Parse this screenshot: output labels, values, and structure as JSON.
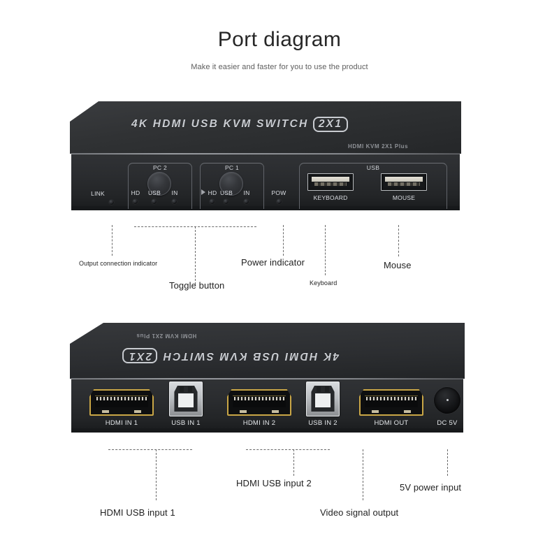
{
  "header": {
    "title": "Port diagram",
    "subtitle": "Make it easier and faster for you to use the product"
  },
  "colors": {
    "background": "#ffffff",
    "title_text": "#272727",
    "subtitle_text": "#5d5d5d",
    "callout_text": "#1f1f1f",
    "leader_line": "#6a6a6a",
    "device_body": "#2b2d30",
    "device_top": "#303234",
    "hdmi_gold": "#c9a646",
    "usb_b_silver": "#d9dcdf",
    "panel_label": "#dcdfe4"
  },
  "front_device": {
    "brand_text": "4K HDMI USB KVM SWITCH",
    "brand_badge": "2X1",
    "model_text": "HDMI KVM 2X1 Plus",
    "link_label": "LINK",
    "pow_label": "POW",
    "usb_group_label": "USB",
    "pc_groups": [
      {
        "title": "PC 2",
        "leds": [
          "HD",
          "USB",
          "IN"
        ]
      },
      {
        "title": "PC 1",
        "leds": [
          "HD",
          "USB",
          "IN"
        ]
      }
    ],
    "usb_ports": [
      {
        "label": "KEYBOARD"
      },
      {
        "label": "MOUSE"
      }
    ]
  },
  "rear_device": {
    "brand_text": "4K HDMI USB KVM SWITCH",
    "brand_badge": "2X1",
    "model_text": "HDMI KVM 2X1 Plus",
    "ports": [
      {
        "label": "HDMI IN 1",
        "type": "hdmi"
      },
      {
        "label": "USB IN 1",
        "type": "usb-b"
      },
      {
        "label": "HDMI IN 2",
        "type": "hdmi"
      },
      {
        "label": "USB IN 2",
        "type": "usb-b"
      },
      {
        "label": "HDMI OUT",
        "type": "hdmi"
      },
      {
        "label": "DC 5V",
        "type": "dc-jack"
      }
    ]
  },
  "front_callouts": [
    {
      "text": "Output connection indicator",
      "size": "sm"
    },
    {
      "text": "Toggle button",
      "size": "lg"
    },
    {
      "text": "Power indicator",
      "size": "lg"
    },
    {
      "text": "Keyboard",
      "size": "sm"
    },
    {
      "text": "Mouse",
      "size": "lg"
    }
  ],
  "rear_callouts": [
    {
      "text": "HDMI USB input 1",
      "size": "lg"
    },
    {
      "text": "HDMI USB input 2",
      "size": "lg"
    },
    {
      "text": "Video signal output",
      "size": "lg"
    },
    {
      "text": "5V power input",
      "size": "lg"
    }
  ]
}
